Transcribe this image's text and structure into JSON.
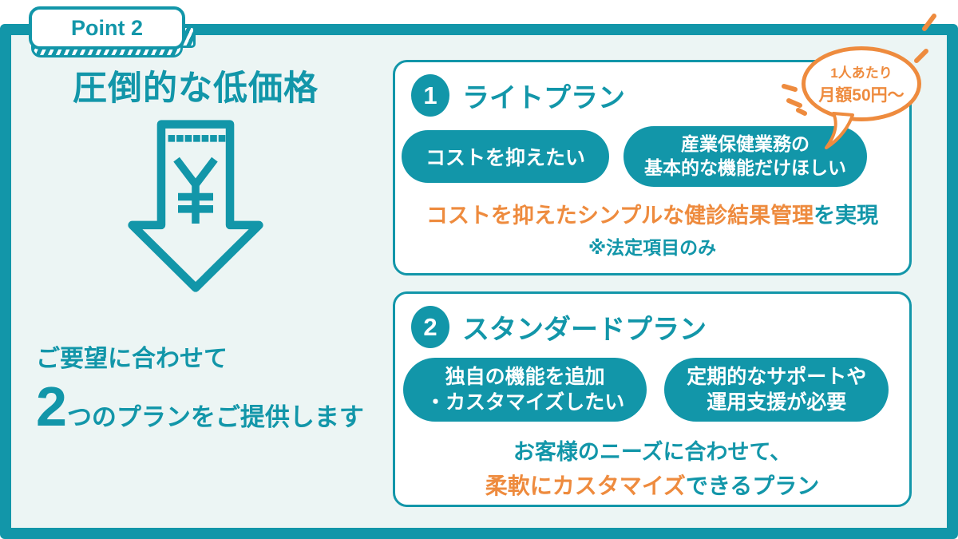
{
  "colors": {
    "teal": "#1296a9",
    "orange": "#ee8b3e",
    "background_light": "#ecf5f4",
    "card_background": "#ffffff"
  },
  "badge": {
    "label": "Point 2"
  },
  "left": {
    "heading": "圧倒的な低価格",
    "arrow_icon": "yen-down-arrow",
    "offer_line1": "ご要望に合わせて",
    "offer_count": "2",
    "offer_line2": "つのプランをご提供します"
  },
  "plans": [
    {
      "number": "1",
      "title": "ライトプラン",
      "bubble": {
        "line1": "1人あたり",
        "line2": "月額50円〜"
      },
      "pills": [
        {
          "line1": "コストを抑えたい"
        },
        {
          "line1": "産業保健業務の",
          "line2": "基本的な機能だけほしい"
        }
      ],
      "result_orange": "コストを抑えたシンプルな健診結果管理",
      "result_teal": "を実現",
      "note": "※法定項目のみ"
    },
    {
      "number": "2",
      "title": "スタンダードプラン",
      "pills": [
        {
          "line1": "独自の機能を追加",
          "line2": "・カスタマイズしたい"
        },
        {
          "line1": "定期的なサポートや",
          "line2": "運用支援が必要"
        }
      ],
      "result_line1": "お客様のニーズに合わせて、",
      "result2_orange": "柔軟にカスタマイズ",
      "result2_teal": "できるプラン"
    }
  ]
}
